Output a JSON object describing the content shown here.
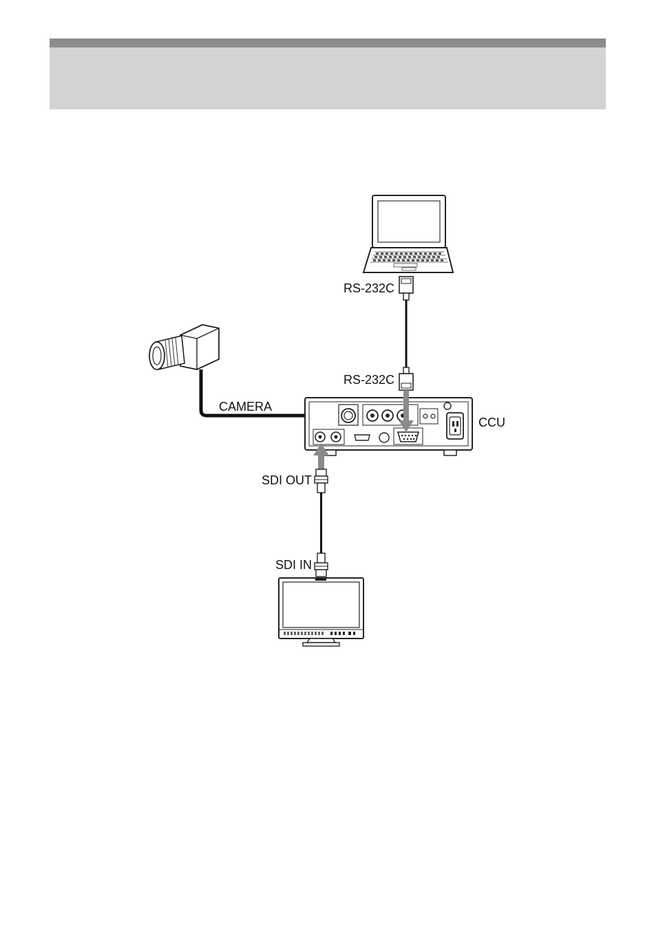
{
  "labels": {
    "rs232c_pc": "RS-232C",
    "rs232c_ccu": "RS-232C",
    "camera": "CAMERA",
    "ccu": "CCU",
    "sdi_out": "SDI OUT",
    "sdi_in": "SDI IN"
  },
  "devices": {
    "laptop": "laptop-icon",
    "camera": "camera-icon",
    "ccu": "ccu-unit-icon",
    "monitor": "monitor-icon"
  },
  "colors": {
    "header_band": "#d3d3d3",
    "header_rule": "#8c8c8c",
    "camera_cable": "#111111",
    "signal_arrow": "#8a8a8a"
  }
}
